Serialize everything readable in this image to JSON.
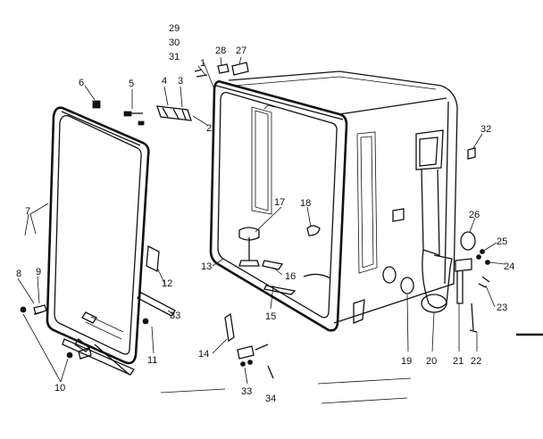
{
  "diagram": {
    "callouts": {
      "c1": "1",
      "c2": "2",
      "c3": "3",
      "c4": "4",
      "c5": "5",
      "c6": "6",
      "c7": "7",
      "c8": "8",
      "c9": "9",
      "c10": "10",
      "c11": "11",
      "c12": "12",
      "c13": "13",
      "c14": "14",
      "c15": "15",
      "c16": "16",
      "c17": "17",
      "c18": "18",
      "c19": "19",
      "c20": "20",
      "c21": "21",
      "c22": "22",
      "c23": "23",
      "c24": "24",
      "c25": "25",
      "c26": "26",
      "c27": "27",
      "c28": "28",
      "c29": "29",
      "c30": "30",
      "c31": "31",
      "c32": "32",
      "c33a": "33",
      "c33b": "33",
      "c34": "34"
    }
  }
}
